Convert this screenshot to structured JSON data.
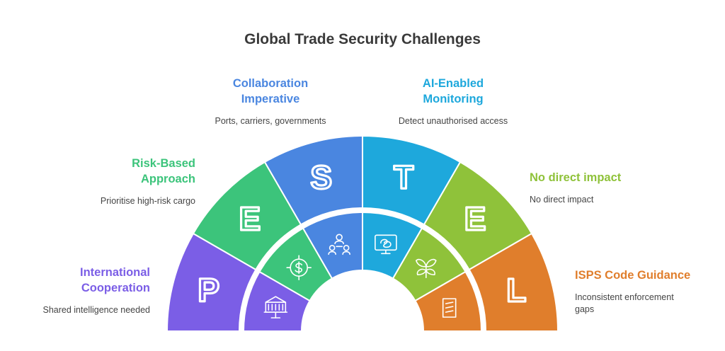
{
  "title": "Global Trade Security Challenges",
  "segments": [
    {
      "letter": "P",
      "heading": "International Cooperation",
      "heading_lines": [
        "International",
        "Cooperation"
      ],
      "description": "Shared intelligence needed",
      "color": "#7b5ee6",
      "inner_color": "#7b5ee6",
      "icon": "government-building-icon"
    },
    {
      "letter": "E",
      "heading": "Risk-Based Approach",
      "heading_lines": [
        "Risk-Based",
        "Approach"
      ],
      "description": "Prioritise high-risk cargo",
      "color": "#3cc47b",
      "inner_color": "#3cc47b",
      "icon": "dollar-target-icon"
    },
    {
      "letter": "S",
      "heading": "Collaboration Imperative",
      "heading_lines": [
        "Collaboration",
        "Imperative"
      ],
      "description": "Ports, carriers, governments",
      "color": "#4a86e0",
      "inner_color": "#4a86e0",
      "icon": "people-network-icon"
    },
    {
      "letter": "T",
      "heading": "AI-Enabled Monitoring",
      "heading_lines": [
        "AI-Enabled",
        "Monitoring"
      ],
      "description": "Detect unauthorised access",
      "color": "#1ea8dc",
      "inner_color": "#1ea8dc",
      "icon": "ai-monitor-icon"
    },
    {
      "letter": "E",
      "heading": "No direct impact",
      "heading_lines": [
        "No direct impact"
      ],
      "description": "No direct impact",
      "color": "#8fc23a",
      "inner_color": "#8fc23a",
      "icon": "leaf-plant-icon"
    },
    {
      "letter": "L",
      "heading": "ISPS Code Guidance",
      "heading_lines": [
        "ISPS Code Guidance"
      ],
      "description": "Inconsistent enforcement gaps",
      "description_lines": [
        "Inconsistent enforcement",
        "gaps"
      ],
      "color": "#e07e2c",
      "inner_color": "#e07e2c",
      "icon": "scroll-document-icon"
    }
  ]
}
